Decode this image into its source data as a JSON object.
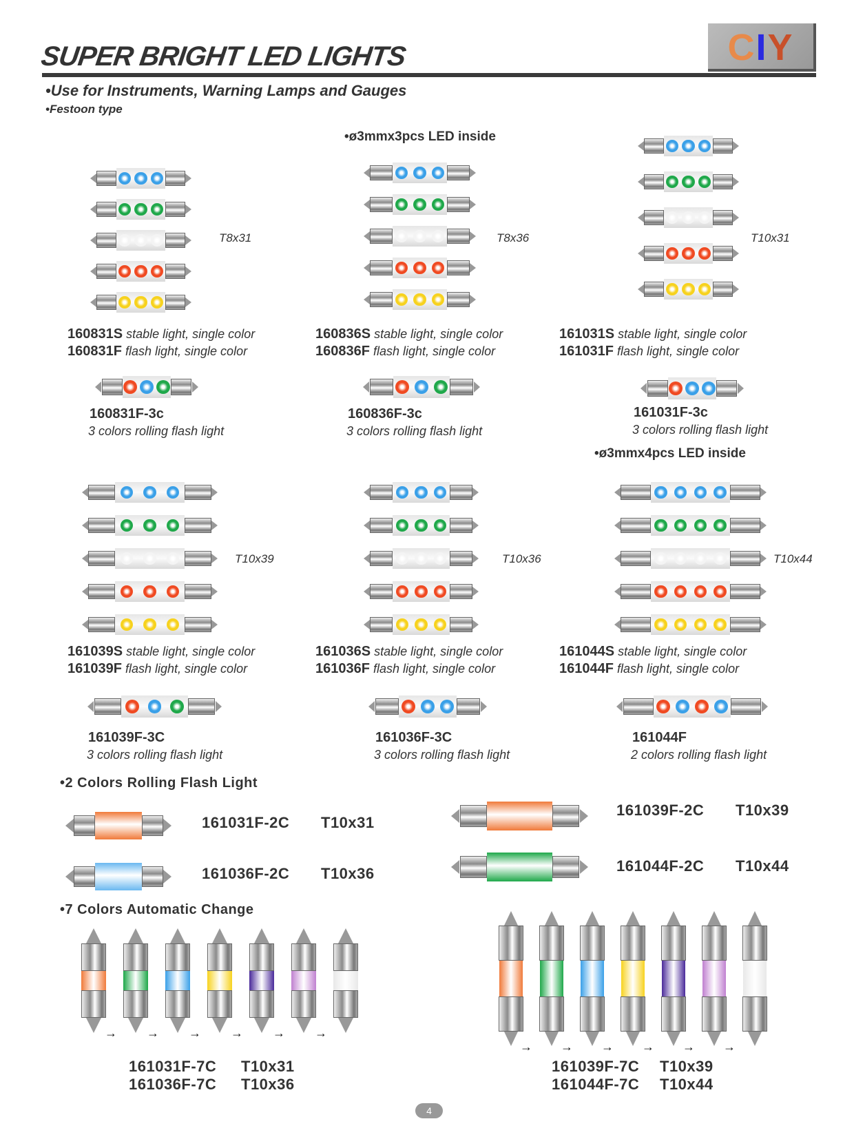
{
  "header": {
    "title": "SUPER BRIGHT LED LIGHTS",
    "logo_text": "CIY",
    "subtitle1": "•Use for Instruments, Warning Lamps and Gauges",
    "subtitle2": "•Festoon type"
  },
  "notes": {
    "three_led": "•ø3mmx3pcs LED inside",
    "four_led": "•ø3mmx4pcs LED inside"
  },
  "colors": {
    "blue": "#3aa0e8",
    "green": "#1fa84a",
    "white": "#f4f4f4",
    "red": "#f04a22",
    "yellow": "#f7d21e",
    "orange": "#f07a3a",
    "purple": "#4a2a9a",
    "violet": "#c080d0",
    "lightblue": "#6ab8f0"
  },
  "groups": [
    {
      "size": "T8x31",
      "stable_code": "160831S",
      "stable_desc": "stable light, single color",
      "flash_code": "160831F",
      "flash_desc": "flash light, single color",
      "rolling_code": "160831F-3c",
      "rolling_desc": "3 colors rolling flash light"
    },
    {
      "size": "T8x36",
      "stable_code": "160836S",
      "stable_desc": "stable light, single color",
      "flash_code": "160836F",
      "flash_desc": "flash light, single color",
      "rolling_code": "160836F-3c",
      "rolling_desc": "3 colors rolling flash light"
    },
    {
      "size": "T10x31",
      "stable_code": "161031S",
      "stable_desc": "stable light, single color",
      "flash_code": "161031F",
      "flash_desc": "flash light, single color",
      "rolling_code": "161031F-3c",
      "rolling_desc": "3 colors rolling flash light"
    },
    {
      "size": "T10x39",
      "stable_code": "161039S",
      "stable_desc": "stable light, single color",
      "flash_code": "161039F",
      "flash_desc": "flash light, single color",
      "rolling_code": "161039F-3C",
      "rolling_desc": "3 colors rolling flash light"
    },
    {
      "size": "T10x36",
      "stable_code": "161036S",
      "stable_desc": "stable light, single color",
      "flash_code": "161036F",
      "flash_desc": "flash light, single color",
      "rolling_code": "161036F-3C",
      "rolling_desc": "3 colors rolling flash light"
    },
    {
      "size": "T10x44",
      "stable_code": "161044S",
      "stable_desc": "stable light, single color",
      "flash_code": "161044F",
      "flash_desc": "flash light, single color",
      "rolling_code": "161044F",
      "rolling_desc": "2 colors rolling flash light"
    }
  ],
  "two_color": {
    "heading": "•2 Colors Rolling Flash Light",
    "items": [
      {
        "code": "161031F-2C",
        "size": "T10x31"
      },
      {
        "code": "161036F-2C",
        "size": "T10x36"
      },
      {
        "code": "161039F-2C",
        "size": "T10x39"
      },
      {
        "code": "161044F-2C",
        "size": "T10x44"
      }
    ]
  },
  "seven_color": {
    "heading": "•7 Colors Automatic Change",
    "items": [
      {
        "code": "161031F-7C",
        "size": "T10x31"
      },
      {
        "code": "161036F-7C",
        "size": "T10x36"
      },
      {
        "code": "161039F-7C",
        "size": "T10x39"
      },
      {
        "code": "161044F-7C",
        "size": "T10x44"
      }
    ]
  },
  "page_number": "4"
}
